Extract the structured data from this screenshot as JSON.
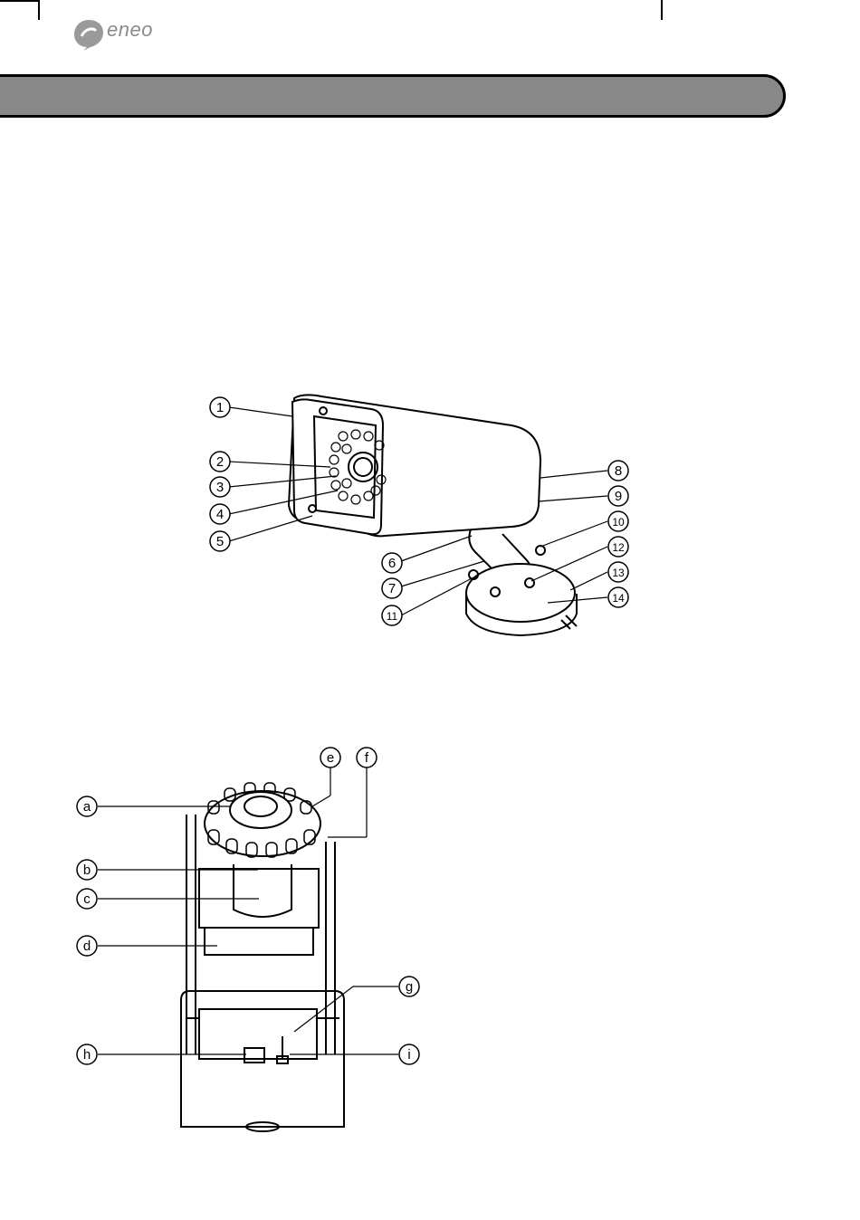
{
  "brand": {
    "name": "eneo"
  },
  "figure1": {
    "callouts": [
      "1",
      "2",
      "3",
      "4",
      "5",
      "6",
      "7",
      "8",
      "9",
      "10",
      "11",
      "12",
      "13",
      "14"
    ]
  },
  "figure2": {
    "callouts": [
      "a",
      "b",
      "c",
      "d",
      "e",
      "f",
      "g",
      "h",
      "i"
    ]
  }
}
